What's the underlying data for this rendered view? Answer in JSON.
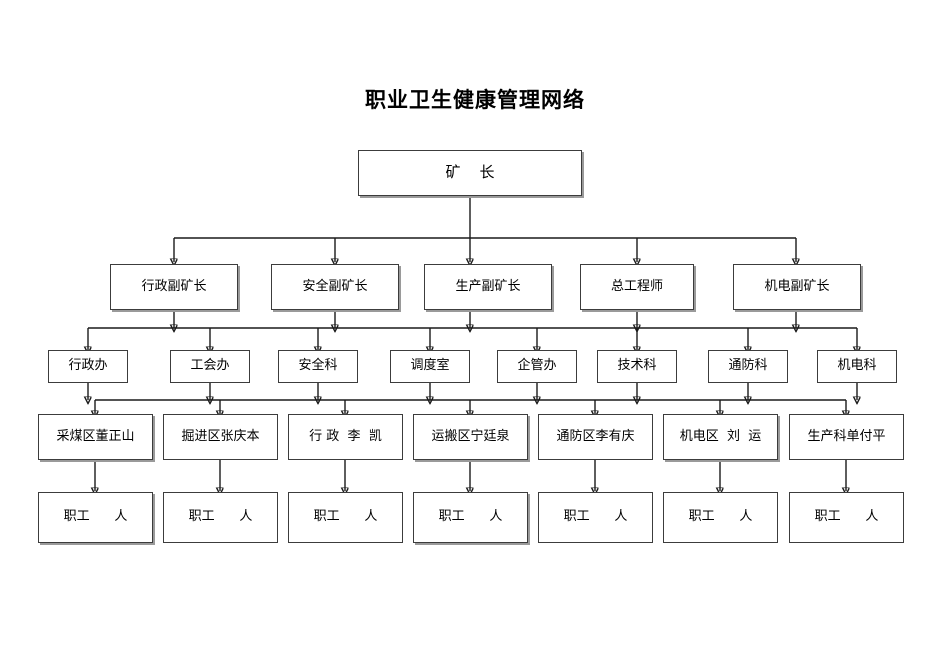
{
  "title": "职业卫生健康管理网络",
  "levels": {
    "level1_label": "矿    长",
    "level2": [
      {
        "label": "行政副矿长"
      },
      {
        "label": "安全副矿长"
      },
      {
        "label": "生产副矿长"
      },
      {
        "label": "总工程师"
      },
      {
        "label": "机电副矿长"
      }
    ],
    "level3": [
      {
        "label": "行政办"
      },
      {
        "label": "工会办"
      },
      {
        "label": "安全科"
      },
      {
        "label": "调度室"
      },
      {
        "label": "企管办"
      },
      {
        "label": "技术科"
      },
      {
        "label": "通防科"
      },
      {
        "label": "机电科"
      }
    ],
    "level4": [
      {
        "label": "采煤区董正山"
      },
      {
        "label": "掘进区张庆本"
      },
      {
        "label": "行 政  李  凯"
      },
      {
        "label": "运搬区宁廷泉"
      },
      {
        "label": "通防区李有庆"
      },
      {
        "label": "机电区  刘  运"
      },
      {
        "label": "生产科单付平"
      }
    ],
    "level5": [
      {
        "label": "职工      人"
      },
      {
        "label": "职工      人"
      },
      {
        "label": "职工      人"
      },
      {
        "label": "职工      人"
      },
      {
        "label": "职工      人"
      },
      {
        "label": "职工      人"
      },
      {
        "label": "职工      人"
      }
    ]
  },
  "colors": {
    "box_border": "#3c3c3c",
    "line": "#1a1a1a",
    "background": "#ffffff",
    "shadow": "#9a9a9a"
  },
  "chart_data": {
    "type": "diagram",
    "title": "职业卫生健康管理网络",
    "diagram_kind": "organizational-hierarchy",
    "rows": 5,
    "nodes_per_row": [
      1,
      5,
      8,
      7,
      7
    ],
    "connector_style": "orthogonal-bus-with-arrowheads"
  }
}
